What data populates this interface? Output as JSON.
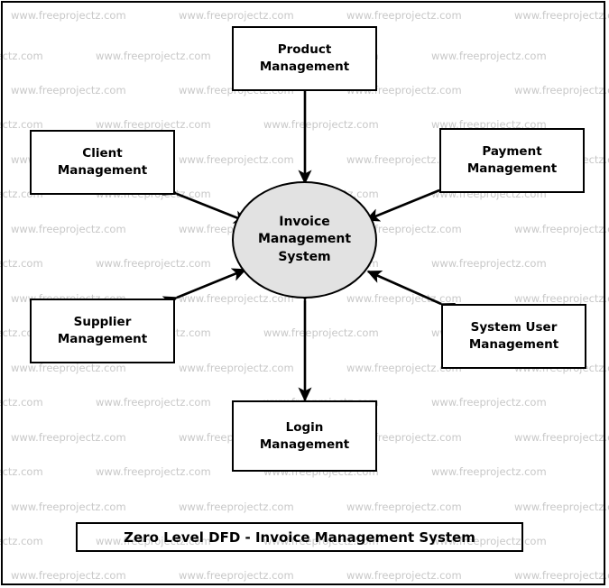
{
  "diagram": {
    "title": "Zero Level DFD - Invoice Management System",
    "process": {
      "name": "Invoice Management System",
      "label": "Invoice\nManagement\nSystem",
      "fill_color": "#e2e2e2",
      "stroke_color": "#000000"
    },
    "entities": [
      {
        "id": "product",
        "label": "Product\nManagement",
        "name": "Product Management"
      },
      {
        "id": "client",
        "label": "Client\nManagement",
        "name": "Client Management"
      },
      {
        "id": "payment",
        "label": "Payment\nManagement",
        "name": "Payment Management"
      },
      {
        "id": "supplier",
        "label": "Supplier\nManagement",
        "name": "Supplier Management"
      },
      {
        "id": "system-user",
        "label": "System User\nManagement",
        "name": "System User Management"
      },
      {
        "id": "login",
        "label": "Login\nManagement",
        "name": "Login Management"
      }
    ],
    "flows": [
      {
        "from": "product",
        "to": "process",
        "direction": "bidirectional"
      },
      {
        "from": "client",
        "to": "process",
        "direction": "bidirectional"
      },
      {
        "from": "payment",
        "to": "process",
        "direction": "bidirectional"
      },
      {
        "from": "supplier",
        "to": "process",
        "direction": "bidirectional"
      },
      {
        "from": "system-user",
        "to": "process",
        "direction": "bidirectional"
      },
      {
        "from": "login",
        "to": "process",
        "direction": "bidirectional"
      }
    ]
  },
  "watermark": {
    "text": "www.freeprojectz.com",
    "color": "#c8c8c8"
  }
}
